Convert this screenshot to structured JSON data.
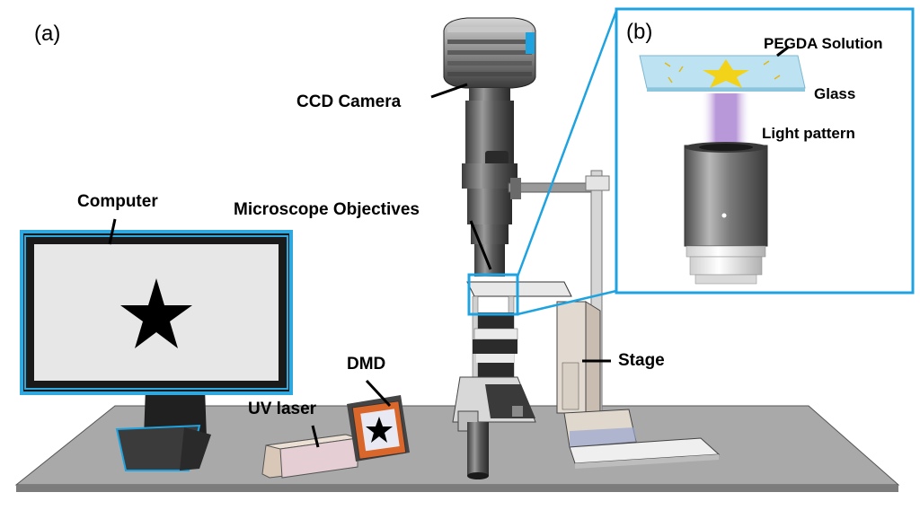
{
  "panels": {
    "a": "(a)",
    "b": "(b)"
  },
  "labels": {
    "computer": "Computer",
    "ccd_camera": "CCD Camera",
    "microscope_objectives": "Microscope Objectives",
    "stage": "Stage",
    "dmd": "DMD",
    "uv_laser": "UV laser",
    "pegda_solution": "PEGDA Solution",
    "glass": "Glass",
    "light_pattern": "Light pattern"
  },
  "colors": {
    "inset_border": "#1fa3e0",
    "monitor_frame": "#2fa8e0",
    "dmd_frame": "#d9662a",
    "light_beam": "#a77ed0",
    "star_fill": "#000000",
    "pegda_star": "#f2d31a",
    "glass": "#bde3f2",
    "table_top": "#a9a9a9"
  }
}
